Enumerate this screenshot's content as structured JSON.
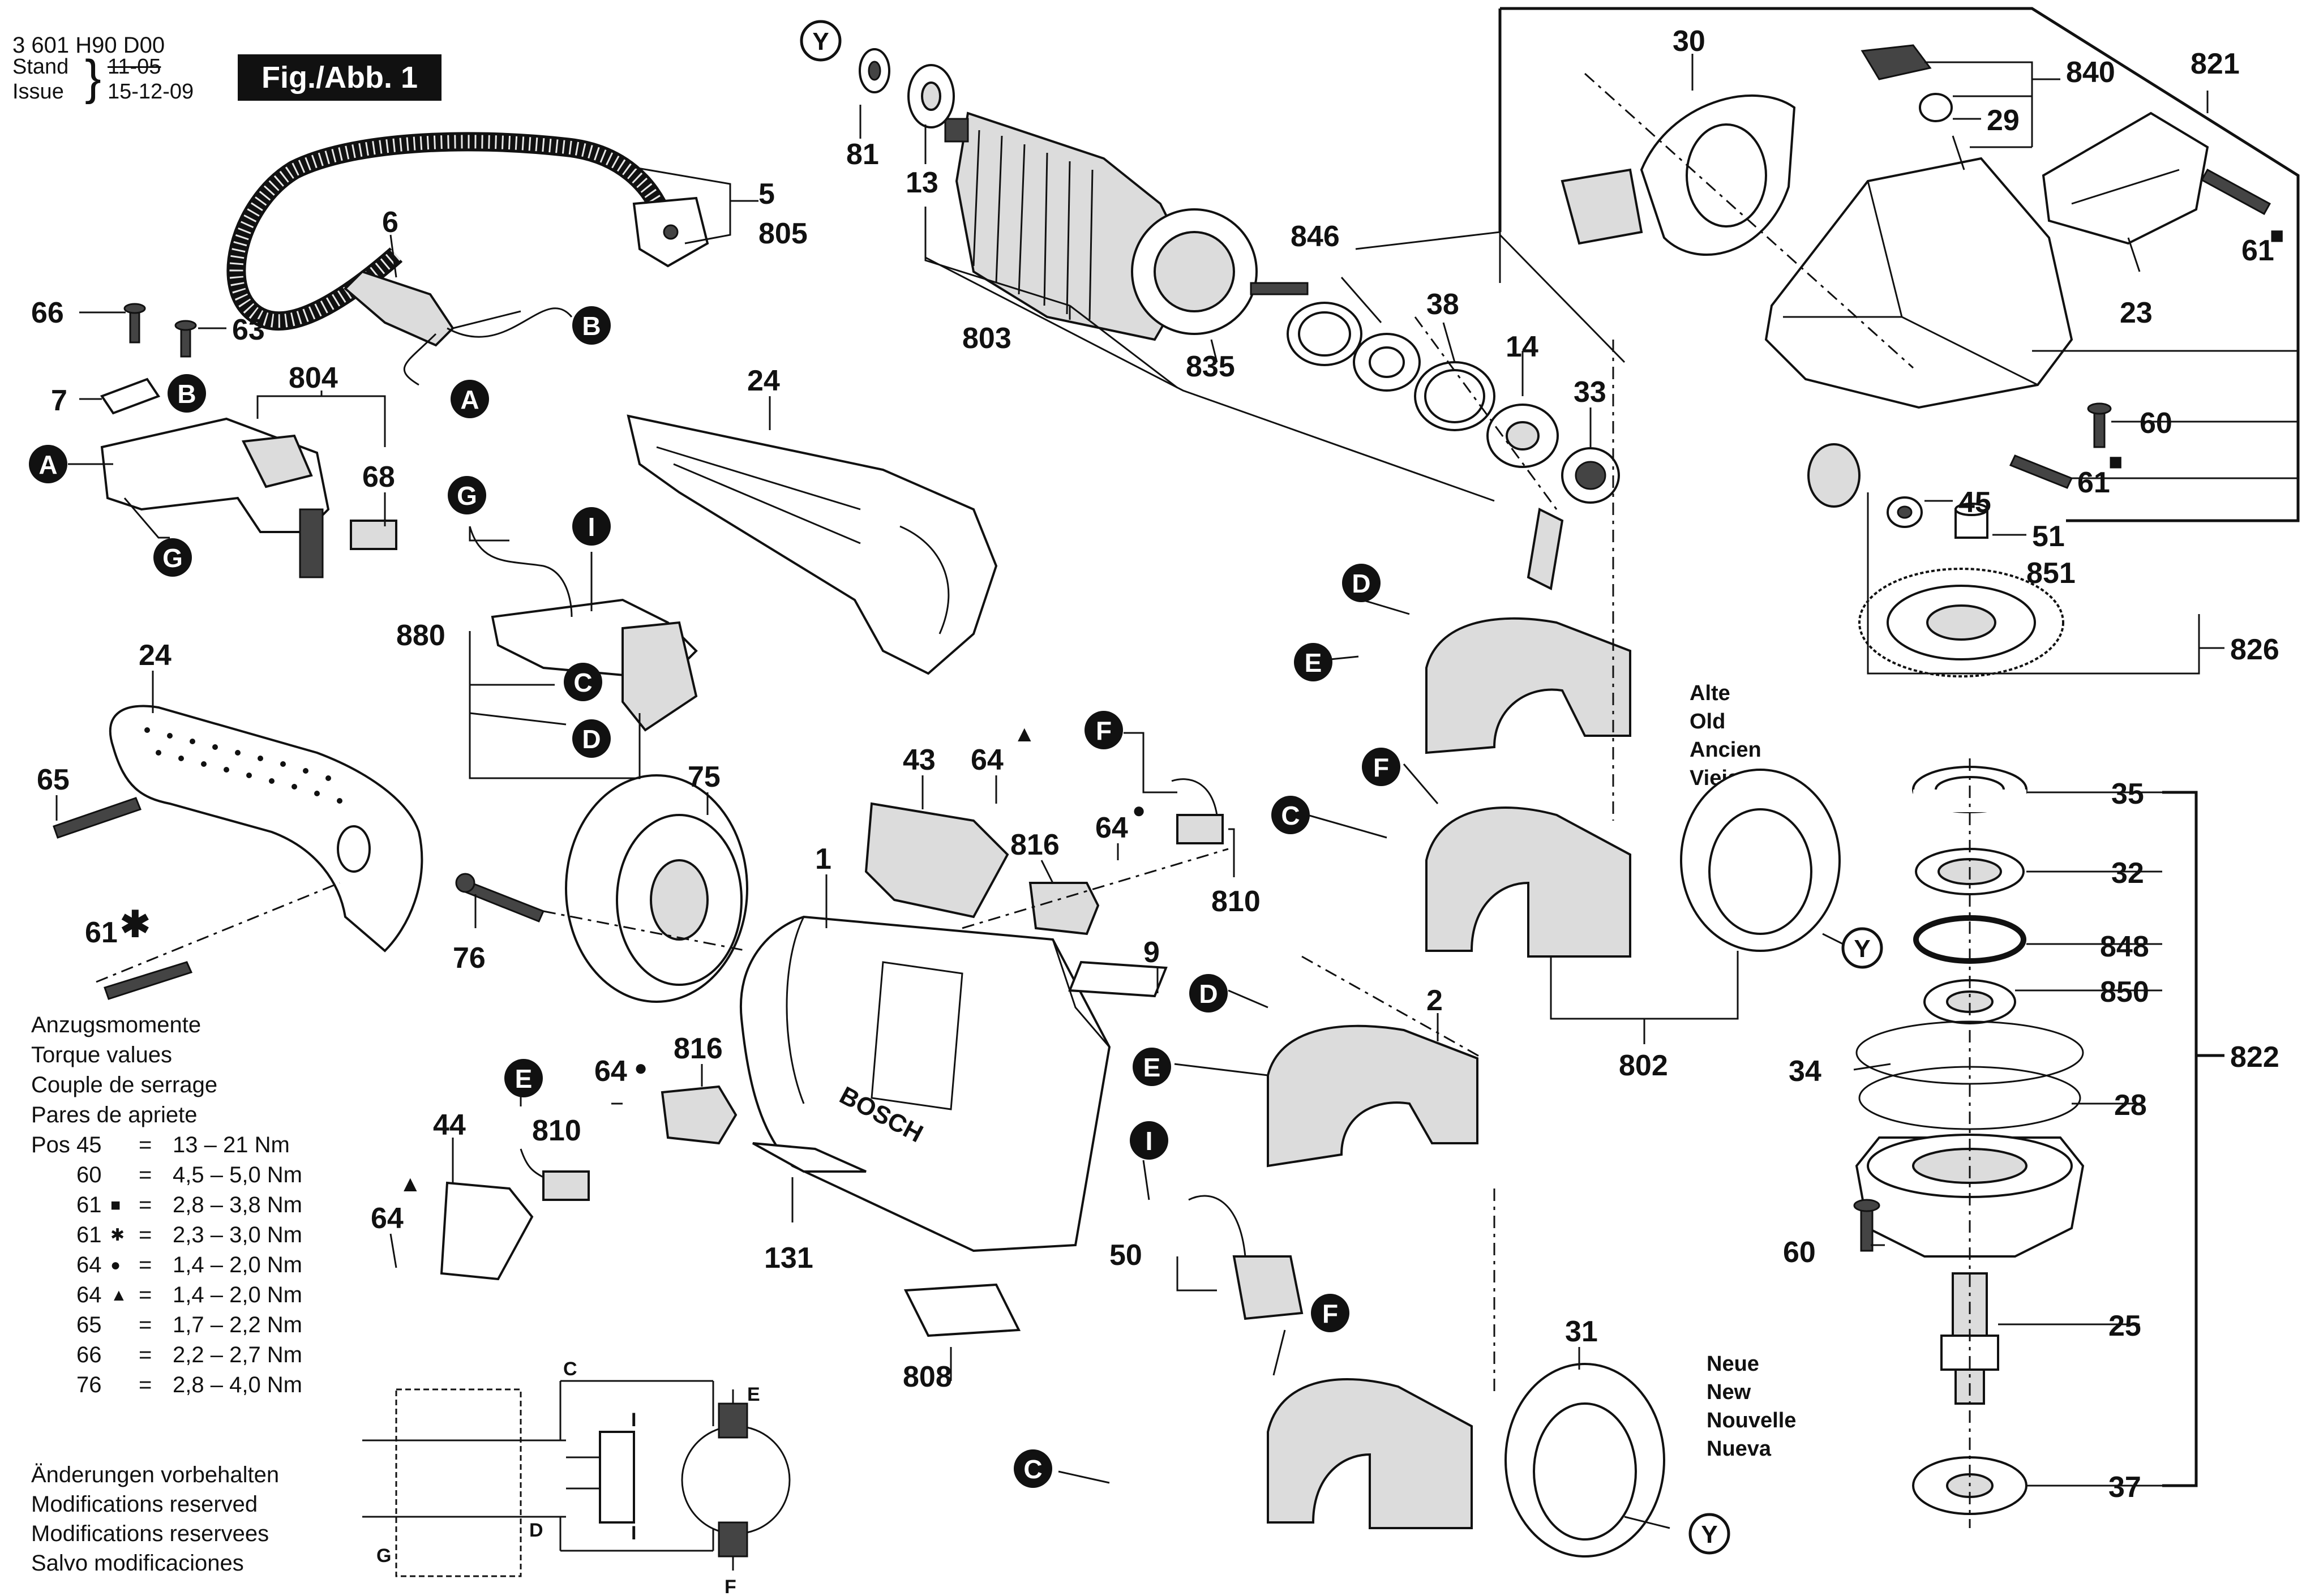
{
  "header": {
    "doc_number": "3 601 H90 D00",
    "stand_label": "Stand",
    "issue_label": "Issue",
    "stand_date_struck": "11-05",
    "issue_date": "15-12-09",
    "figure_label": "Fig./Abb. 1"
  },
  "torque": {
    "heading_lines": [
      "Anzugsmomente",
      "Torque values",
      "Couple de serrage",
      "Pares de apriete"
    ],
    "pos_label": "Pos",
    "rows": [
      {
        "pos": "45",
        "sym": "",
        "value": "13 – 21 Nm"
      },
      {
        "pos": "60",
        "sym": "",
        "value": "4,5 – 5,0 Nm"
      },
      {
        "pos": "61",
        "sym": "■",
        "value": "2,8 – 3,8 Nm"
      },
      {
        "pos": "61",
        "sym": "✱",
        "value": "2,3 – 3,0 Nm"
      },
      {
        "pos": "64",
        "sym": "●",
        "value": "1,4 – 2,0 Nm"
      },
      {
        "pos": "64",
        "sym": "▲",
        "value": "1,4 – 2,0 Nm"
      },
      {
        "pos": "65",
        "sym": "",
        "value": "1,7 – 2,2 Nm"
      },
      {
        "pos": "66",
        "sym": "",
        "value": "2,2 – 2,7 Nm"
      },
      {
        "pos": "76",
        "sym": "",
        "value": "2,8 – 4,0 Nm"
      }
    ],
    "equals": "="
  },
  "modifications": [
    "Änderungen vorbehalten",
    "Modifications reserved",
    "Modifications reservees",
    "Salvo modificaciones"
  ],
  "old_labels": [
    "Alte",
    "Old",
    "Ancien",
    "Vieja"
  ],
  "new_labels": [
    "Neue",
    "New",
    "Nouvelle",
    "Nueva"
  ],
  "parts": {
    "p1": "1",
    "p2": "2",
    "p5": "5",
    "p6": "6",
    "p7": "7",
    "p9": "9",
    "p13": "13",
    "p14": "14",
    "p23": "23",
    "p24a": "24",
    "p24b": "24",
    "p25": "25",
    "p28": "28",
    "p29": "29",
    "p30": "30",
    "p31": "31",
    "p32": "32",
    "p33": "33",
    "p34": "34",
    "p35": "35",
    "p37": "37",
    "p38": "38",
    "p43": "43",
    "p44": "44",
    "p45": "45",
    "p50": "50",
    "p51": "51",
    "p60a": "60",
    "p60b": "60",
    "p61a": "61",
    "p61b": "61",
    "p61c": "61",
    "p63": "63",
    "p64a": "64",
    "p64b": "64",
    "p64c": "64",
    "p64d": "64",
    "p65": "65",
    "p66": "66",
    "p68": "68",
    "p75": "75",
    "p76": "76",
    "p81": "81",
    "p131": "131",
    "p802": "802",
    "p803": "803",
    "p804": "804",
    "p805": "805",
    "p808": "808",
    "p810a": "810",
    "p810b": "810",
    "p816a": "816",
    "p816b": "816",
    "p821": "821",
    "p822": "822",
    "p826": "826",
    "p835": "835",
    "p840": "840",
    "p846": "846",
    "p848": "848",
    "p850": "850",
    "p851": "851",
    "p880": "880"
  },
  "markers": {
    "A": "A",
    "B": "B",
    "C": "C",
    "D": "D",
    "E": "E",
    "F": "F",
    "G": "G",
    "I": "I",
    "Y": "Y"
  },
  "wiring": {
    "C": "C",
    "D": "D",
    "E": "E",
    "F": "F",
    "G": "G",
    "I": "I"
  },
  "brand_text": "BOSCH",
  "symbols": {
    "square": "■",
    "star": "✱",
    "circle": "●",
    "triangle": "▲"
  }
}
